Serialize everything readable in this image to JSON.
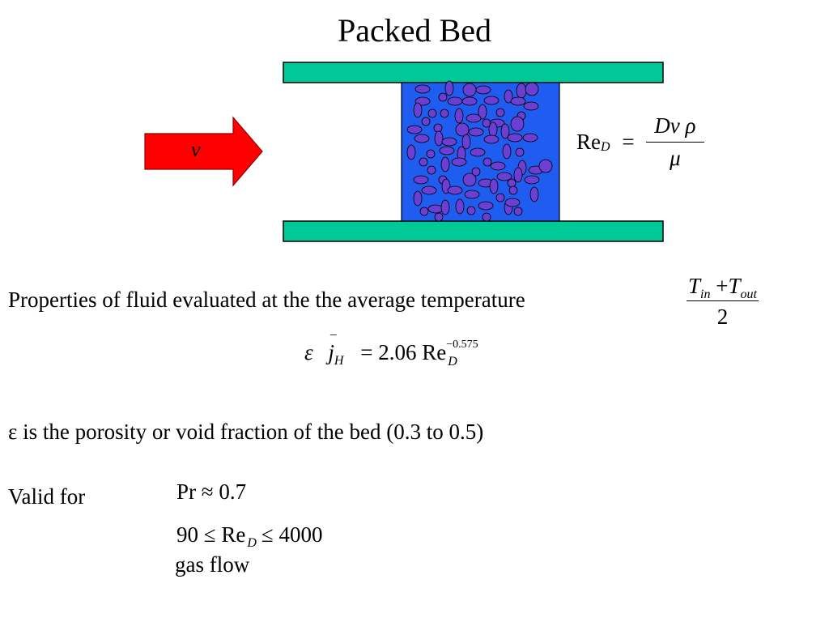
{
  "title": "Packed Bed",
  "colors": {
    "wall": "#00c896",
    "bed": "#1f5cf0",
    "particle": "#6b3fd1",
    "arrow": "#ff0000"
  },
  "diagram": {
    "arrow_label": "v",
    "reynolds": {
      "lhs": "Re",
      "lhs_sub": "D",
      "equals": "=",
      "numerator": "Dv ρ",
      "denominator": "μ"
    }
  },
  "properties": {
    "text": "Properties of fluid evaluated at the the average temperature",
    "avg_temp": {
      "T1": "T",
      "T1_sub": "in",
      "plus": "+",
      "T2": "T",
      "T2_sub": "out",
      "denominator": "2"
    }
  },
  "correlation": {
    "epsilon": "ε",
    "jh": "j",
    "jh_sub": "H",
    "equals": "= 2.06",
    "re": "Re",
    "re_sub": "D",
    "exponent": "−0.575"
  },
  "porosity_text": "ε is the porosity or void fraction of the bed (0.3 to 0.5)",
  "validity": {
    "label": "Valid for",
    "pr": "Pr ≈ 0.7",
    "re_left": "90 ≤ Re",
    "re_sub": "D",
    "re_right": "≤ 4000",
    "flow": "gas flow"
  }
}
